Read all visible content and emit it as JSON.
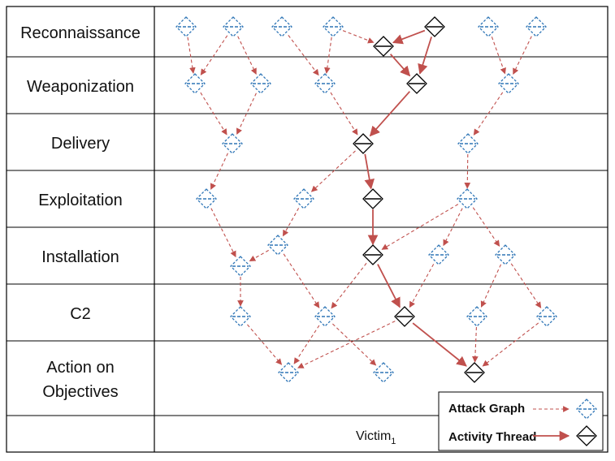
{
  "phases": [
    {
      "lines": [
        "Reconnaissance"
      ]
    },
    {
      "lines": [
        "Weaponization"
      ]
    },
    {
      "lines": [
        "Delivery"
      ]
    },
    {
      "lines": [
        "Exploitation"
      ]
    },
    {
      "lines": [
        "Installation"
      ]
    },
    {
      "lines": [
        "C2"
      ]
    },
    {
      "lines": [
        "Action on",
        "Objectives"
      ]
    }
  ],
  "footer": {
    "victim": "Victim",
    "victim_sub": "1"
  },
  "legend": {
    "attack_graph": "Attack Graph",
    "activity_thread": "Activity Thread"
  },
  "colors": {
    "attack_graph": "#2E75B6",
    "activity_thread": "#000000",
    "edge": "#C0504D",
    "grid": "#000000"
  },
  "nodes": [
    {
      "id": "r1",
      "type": "attack"
    },
    {
      "id": "r2",
      "type": "attack"
    },
    {
      "id": "r3",
      "type": "attack"
    },
    {
      "id": "r4",
      "type": "attack"
    },
    {
      "id": "rt",
      "type": "thread"
    },
    {
      "id": "r5",
      "type": "attack"
    },
    {
      "id": "r6",
      "type": "attack"
    },
    {
      "id": "rm",
      "type": "thread"
    },
    {
      "id": "w1",
      "type": "attack"
    },
    {
      "id": "w2",
      "type": "attack"
    },
    {
      "id": "w3",
      "type": "attack"
    },
    {
      "id": "wt",
      "type": "thread"
    },
    {
      "id": "w4",
      "type": "attack"
    },
    {
      "id": "d1",
      "type": "attack"
    },
    {
      "id": "dt",
      "type": "thread"
    },
    {
      "id": "d2",
      "type": "attack"
    },
    {
      "id": "e1",
      "type": "attack"
    },
    {
      "id": "e2",
      "type": "attack"
    },
    {
      "id": "et",
      "type": "thread"
    },
    {
      "id": "e3",
      "type": "attack"
    },
    {
      "id": "ia",
      "type": "attack"
    },
    {
      "id": "ib",
      "type": "attack"
    },
    {
      "id": "it",
      "type": "thread"
    },
    {
      "id": "ic",
      "type": "attack"
    },
    {
      "id": "id",
      "type": "attack"
    },
    {
      "id": "c1",
      "type": "attack"
    },
    {
      "id": "c2",
      "type": "attack"
    },
    {
      "id": "ct",
      "type": "thread"
    },
    {
      "id": "c3",
      "type": "attack"
    },
    {
      "id": "c4",
      "type": "attack"
    },
    {
      "id": "a1",
      "type": "attack"
    },
    {
      "id": "a2",
      "type": "attack"
    },
    {
      "id": "at",
      "type": "thread"
    }
  ],
  "edges": [
    {
      "from": "r1",
      "to": "w1",
      "type": "attack"
    },
    {
      "from": "r2",
      "to": "w1",
      "type": "attack"
    },
    {
      "from": "r2",
      "to": "w2",
      "type": "attack"
    },
    {
      "from": "r3",
      "to": "w3",
      "type": "attack"
    },
    {
      "from": "r4",
      "to": "w3",
      "type": "attack"
    },
    {
      "from": "r4",
      "to": "rm",
      "type": "attack"
    },
    {
      "from": "r5",
      "to": "w4",
      "type": "attack"
    },
    {
      "from": "r6",
      "to": "w4",
      "type": "attack"
    },
    {
      "from": "rt",
      "to": "rm",
      "type": "thread"
    },
    {
      "from": "rt",
      "to": "wt",
      "type": "thread"
    },
    {
      "from": "rm",
      "to": "wt",
      "type": "thread"
    },
    {
      "from": "w1",
      "to": "d1",
      "type": "attack"
    },
    {
      "from": "w2",
      "to": "d1",
      "type": "attack"
    },
    {
      "from": "w3",
      "to": "dt",
      "type": "attack"
    },
    {
      "from": "w4",
      "to": "d2",
      "type": "attack"
    },
    {
      "from": "wt",
      "to": "dt",
      "type": "thread"
    },
    {
      "from": "d1",
      "to": "e1",
      "type": "attack"
    },
    {
      "from": "dt",
      "to": "e2",
      "type": "attack"
    },
    {
      "from": "d2",
      "to": "e3",
      "type": "attack"
    },
    {
      "from": "dt",
      "to": "et",
      "type": "thread"
    },
    {
      "from": "e1",
      "to": "ia",
      "type": "attack"
    },
    {
      "from": "e2",
      "to": "ib",
      "type": "attack"
    },
    {
      "from": "e3",
      "to": "it",
      "type": "attack"
    },
    {
      "from": "e3",
      "to": "ic",
      "type": "attack"
    },
    {
      "from": "e3",
      "to": "id",
      "type": "attack"
    },
    {
      "from": "ib",
      "to": "ia",
      "type": "attack"
    },
    {
      "from": "et",
      "to": "it",
      "type": "thread"
    },
    {
      "from": "ia",
      "to": "c1",
      "type": "attack"
    },
    {
      "from": "ib",
      "to": "c2",
      "type": "attack"
    },
    {
      "from": "it",
      "to": "c2",
      "type": "attack"
    },
    {
      "from": "ic",
      "to": "ct",
      "type": "attack"
    },
    {
      "from": "id",
      "to": "c3",
      "type": "attack"
    },
    {
      "from": "id",
      "to": "c4",
      "type": "attack"
    },
    {
      "from": "it",
      "to": "ct",
      "type": "thread"
    },
    {
      "from": "c1",
      "to": "a1",
      "type": "attack"
    },
    {
      "from": "c2",
      "to": "a1",
      "type": "attack"
    },
    {
      "from": "c2",
      "to": "a2",
      "type": "attack"
    },
    {
      "from": "c3",
      "to": "at",
      "type": "attack"
    },
    {
      "from": "c4",
      "to": "at",
      "type": "attack"
    },
    {
      "from": "ct",
      "to": "a1",
      "type": "attack"
    },
    {
      "from": "ct",
      "to": "at",
      "type": "thread"
    }
  ]
}
